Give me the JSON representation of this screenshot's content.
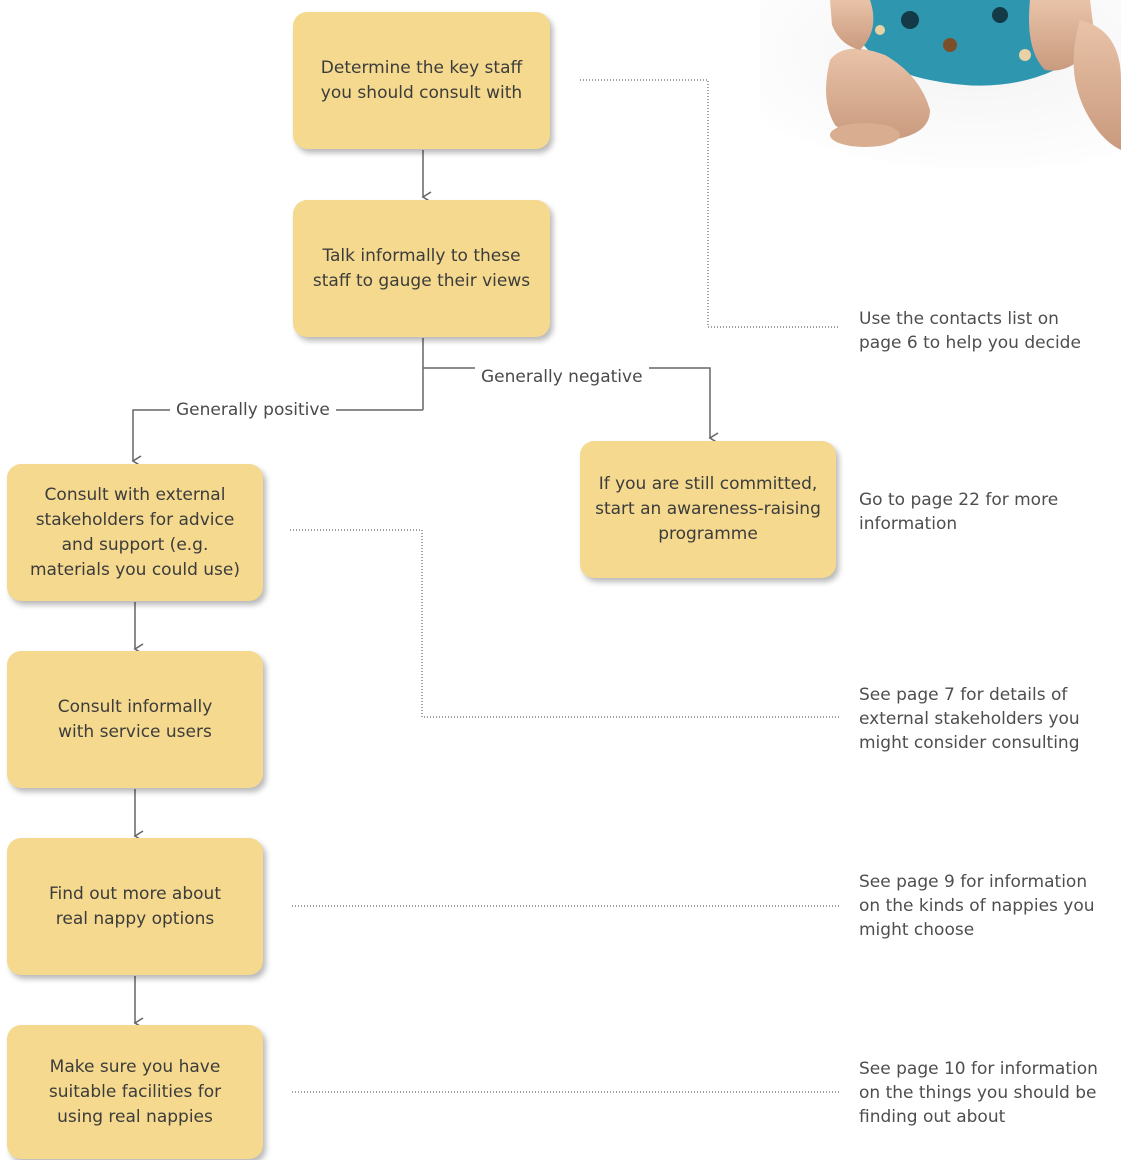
{
  "boxes": {
    "determine_staff": "Determine the key staff\nyou should consult with",
    "talk_informally": "Talk informally to these\nstaff to gauge their views",
    "consult_external": "Consult with external\nstakeholders for advice\nand support (e.g.\nmaterials you could use)",
    "still_committed": "If you are still committed,\nstart an awareness-raising\nprogramme",
    "consult_service_users": "Consult informally\nwith service users",
    "find_out_more": "Find out more about\nreal nappy options",
    "make_sure_facilities": "Make sure you have\nsuitable facilities for\nusing real nappies"
  },
  "branches": {
    "negative": "Generally negative",
    "positive": "Generally positive"
  },
  "notes": {
    "contacts_list": "Use the contacts list on\npage 6 to help you decide",
    "page_22": "Go to page 22 for more\ninformation",
    "page_7": "See page 7 for details of\nexternal stakeholders you\nmight consider consulting",
    "page_9": "See page 9 for information\non the kinds of nappies you\nmight choose",
    "page_10": "See page 10 for information\non the things you should be\nfinding out about"
  },
  "colors": {
    "box_fill": "#f4d98e",
    "connector": "#666666",
    "dotted_leader": "#666666"
  },
  "icons": {
    "photo": "baby-photo"
  }
}
